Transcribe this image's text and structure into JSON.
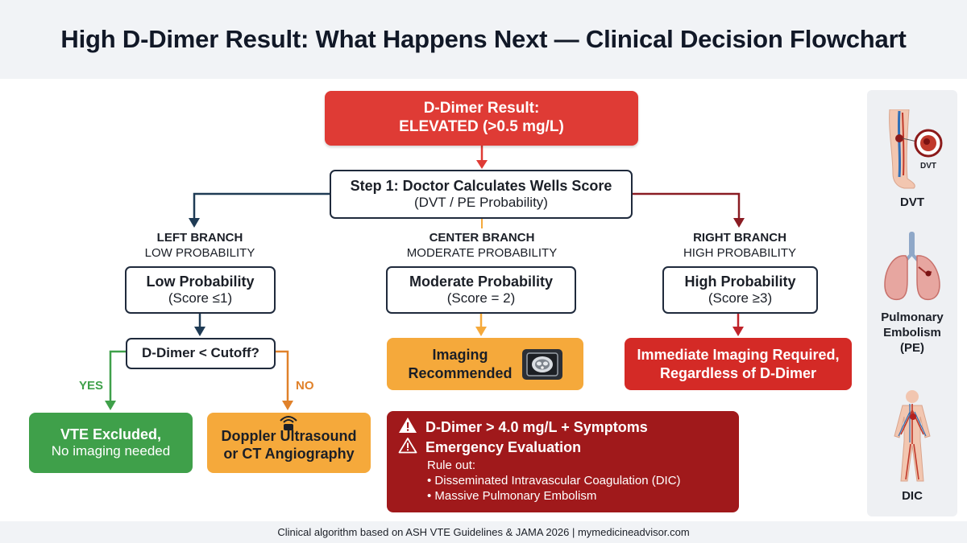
{
  "title": "High D-Dimer Result: What Happens Next — Clinical Decision Flowchart",
  "root": {
    "line1": "D-Dimer Result:",
    "line2": "ELEVATED (>0.5 mg/L)"
  },
  "step1": {
    "title": "Step 1: Doctor Calculates Wells Score",
    "subtitle": "(DVT / PE Probability)"
  },
  "branches": {
    "left": {
      "title": "LEFT BRANCH",
      "subtitle": "LOW PROBABILITY",
      "box_title": "Low Probability",
      "box_sub": "(Score ≤1)"
    },
    "center": {
      "title": "CENTER BRANCH",
      "subtitle": "MODERATE PROBABILITY",
      "box_title": "Moderate Probability",
      "box_sub": "(Score = 2)"
    },
    "right": {
      "title": "RIGHT BRANCH",
      "subtitle": "HIGH PROBABILITY",
      "box_title": "High Probability",
      "box_sub": "(Score ≥3)"
    }
  },
  "cutoff": "D-Dimer < Cutoff?",
  "yes_label": "YES",
  "no_label": "NO",
  "vte": {
    "line1": "VTE Excluded,",
    "line2": "No imaging needed"
  },
  "doppler": {
    "line1": "Doppler Ultrasound",
    "line2": "or CT Angiography"
  },
  "imaging": {
    "line1": "Imaging",
    "line2": "Recommended"
  },
  "immediate": {
    "line1": "Immediate Imaging Required,",
    "line2": "Regardless of D-Dimer"
  },
  "emergency": {
    "line1": "D-Dimer > 4.0 mg/L + Symptoms",
    "line2": "Emergency Evaluation",
    "intro": "Rule out:",
    "items": [
      "• Disseminated Intravascular Coagulation (DIC)",
      "• Massive Pulmonary Embolism"
    ]
  },
  "sidebar": {
    "dvt_tag": "DVT",
    "dvt_label": "DVT",
    "pe_label_1": "Pulmonary",
    "pe_label_2": "Embolism",
    "pe_label_3": "(PE)",
    "dic_label": "DIC"
  },
  "footer": "Clinical algorithm based on ASH VTE Guidelines & JAMA 2026 | mymedicineadvisor.com",
  "colors": {
    "root_red": "#df3b35",
    "dark_red": "#a0191b",
    "orange": "#f5a93b",
    "green": "#3fa04a",
    "navy": "#1f2a3c",
    "right_arrow": "#8a1c23"
  },
  "icons": [
    "ct-scan-icon",
    "ultrasound-icon",
    "warning-icon",
    "warning-outline-icon",
    "leg-vein-icon",
    "lungs-icon",
    "body-vessels-icon"
  ]
}
